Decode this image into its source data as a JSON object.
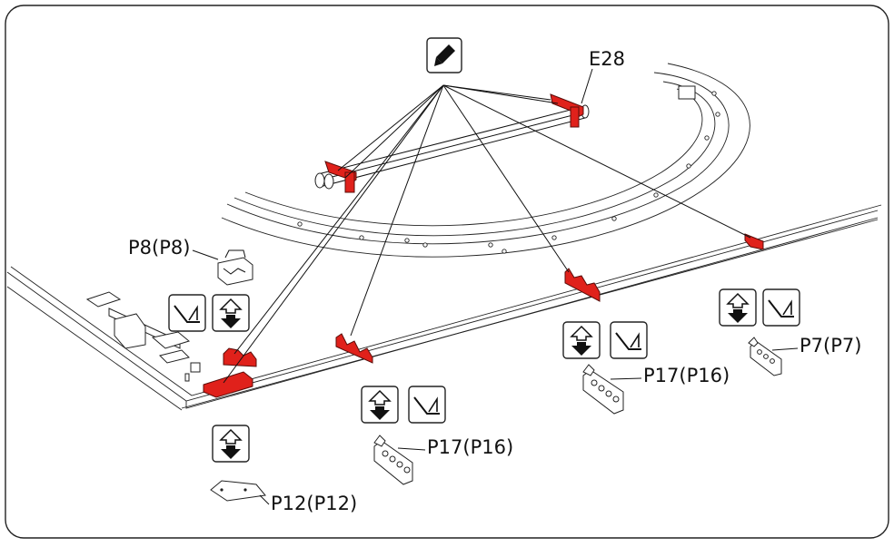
{
  "labels": {
    "e28": "E28",
    "p8": "P8(P8)",
    "p7": "P7(P7)",
    "p17_right": "P17(P16)",
    "p17_left": "P17(P16)",
    "p12": "P12(P12)"
  },
  "colors": {
    "highlight_part": "#e0211b",
    "frame": "#222222"
  },
  "icons": [
    "marker-icon",
    "fold-angle-icon",
    "flip-arrow-icon"
  ]
}
